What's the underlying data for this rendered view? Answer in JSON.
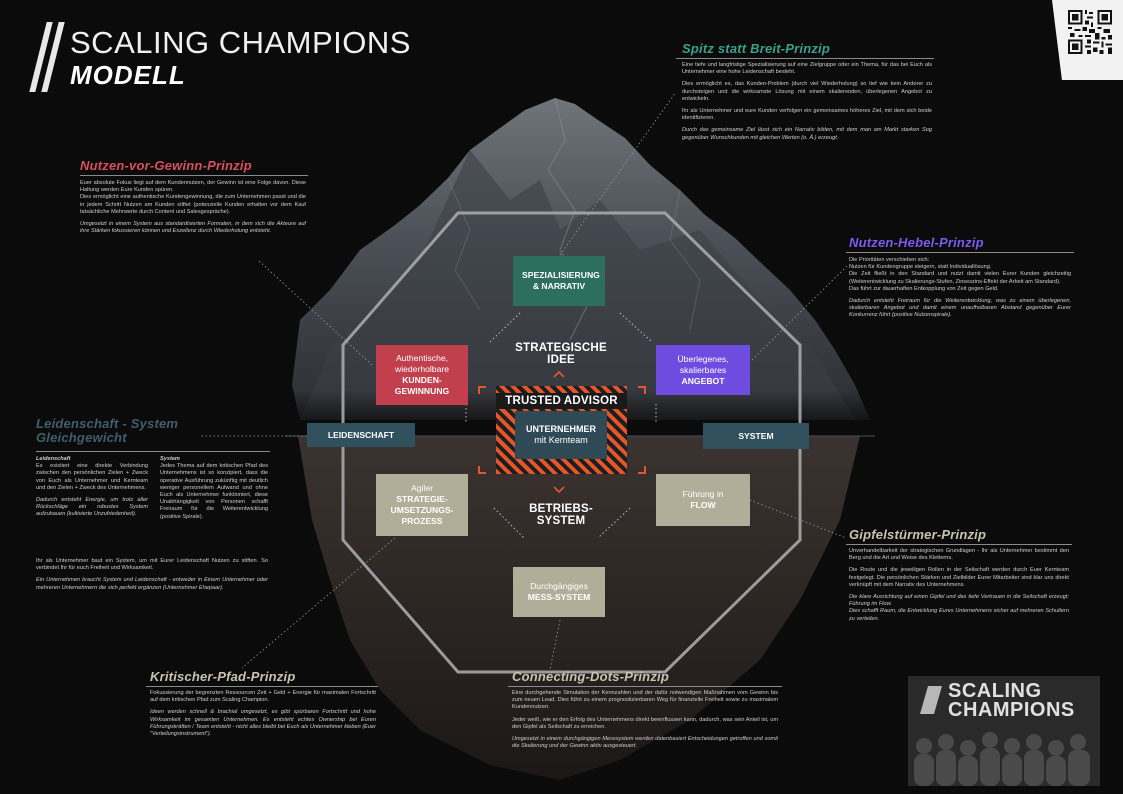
{
  "title": {
    "line1": "SCALING CHAMPIONS",
    "line2": "MODELL"
  },
  "colors": {
    "green": "#2c6e60",
    "red": "#c2404d",
    "purple": "#6f4ce0",
    "beige": "#b2ad98",
    "slate": "#2f4a55",
    "orange": "#e2562a"
  },
  "center": {
    "strategic": "STRATEGISCHE IDEE",
    "operational": "BETRIEBS-SYSTEM",
    "trusted": "TRUSTED ADVISOR",
    "owner_bold": "UNTERNEHMER",
    "owner_rest": "mit Kernteam"
  },
  "boxes": {
    "spec": "SPEZIALISIERUNG & NARRATIV",
    "kunden_l1": "Authentische,",
    "kunden_l2": "wiederholbare",
    "kunden_bold": "KUNDEN-GEWINNUNG",
    "angebot_l1": "Überlegenes,",
    "angebot_l2": "skalierbares",
    "angebot_bold": "ANGEBOT",
    "strategie_l1": "Agiler",
    "strategie_bold": "STRATEGIE-UMSETZUNGS-PROZESS",
    "flow_l1": "Führung in",
    "flow_bold": "FLOW",
    "mess_l1": "Durchgängiges",
    "mess_bold": "MESS-SYSTEM",
    "leidenschaft": "LEIDENSCHAFT",
    "system": "SYSTEM"
  },
  "principles": {
    "spitz": {
      "title": "Spitz statt Breit-Prinzip",
      "p1": "Eine tiefe und langfristige Spezialisierung auf eine Zielgruppe oder ein Thema, für das bei Euch als Unternehmer eine hohe Leidenschaft besteht.",
      "p2": "Dies ermöglicht es, das Kunden-Problem (durch viel Wiederholung) so tief wie kein Anderer zu durchsteigen und die wirksamste Lösung mit einem skalierenden, überlegenen Angebot zu entwickeln.",
      "p3": "Ihr als Unternehmer und eure Kunden verfolgen ein gemeinsames höheres Ziel, mit dem sich beide identifizieren.",
      "p4": "Durch das gemeinsame Ziel lässt sich ein Narrativ bilden, mit dem man am Markt starken Sog gegenüber Wunschkunden mit gleichen Werten (o. Ä.) erzeugt."
    },
    "nutzen_gewinn": {
      "title": "Nutzen-vor-Gewinn-Prinzip",
      "p1": "Euer absolute Fokus liegt auf dem Kundennutzen, der Gewinn ist eine Folge davon. Diese Haltung werden Eure Kunden spüren.",
      "p2": "Dies ermöglicht eine authentische Kundengewinnung, die zum Unternehmen passt und die in jedem Schritt Nutzen am Kunden stiftet (potenzielle Kunden erhalten vor dem Kauf tatsächliche Mehrwerte durch Content und Salesgespräche).",
      "p3": "Umgesetzt in einem System aus standardisierten Formaten, in dem sich die Akteure auf ihre Stärken fokussieren können und Exzellenz durch Wiederholung entsteht."
    },
    "hebel": {
      "title": "Nutzen-Hebel-Prinzip",
      "p1a": "Die Prioritäten verschieben sich:",
      "p1b": "Nutzen für Kundengruppe steigern, statt Individuallösung.",
      "p1c": "Die Zeit fließt in den Standard und nutzt damit vielen Eurer Kunden gleichzeitig (Weiterentwicklung zu Skalierungs-Stufen, Zinseszins-Effekt der Arbeit am Standard).",
      "p1d": "Das führt zur dauerhaften Entkopplung von Zeit gegen Geld.",
      "p2": "Dadurch entsteht Freiraum für die Weiterentwicklung, was zu einem überlegenen, skalierbaren Angebot und damit einem unaufholbaren Abstand gegenüber Eurer Konkurrenz führt (positive Nutzenspirale)."
    },
    "leidenschaft": {
      "title_l1": "Leidenschaft - System",
      "title_l2": "Gleichgewicht",
      "col1_head": "Leidenschaft",
      "col1_p1": "Es existiert eine direkte Verbindung zwischen den persönlichen Zielen + Zweck von Euch als Unternehmer und Kernteam und den Zielen + Zweck des Unternehmens.",
      "col1_p2": "Dadurch entsteht Energie, um trotz aller Rückschläge ein robustes System aufzubauen (kultivierte Unzufriedenheit).",
      "col2_head": "System",
      "col2_p1": "Jedes Thema auf dem kritischen Pfad des Unternehmens ist so konzipiert, dass die operative Ausführung zukünftig mit deutlich weniger personellem Aufwand und ohne Euch als Unternehmer funktioniert, diese Unabhängigkeit von Personen schafft Freiraum für die Weiterentwicklung (positive Spirale).",
      "p3": "Ihr als Unternehmer baut ein System, um mit Eurer Leidenschaft Nutzen zu stiften. So verbindet Ihr für euch Freiheit und Wirksamkeit.",
      "p4": "Ein Unternehmen braucht System und Leidenschaft - entweder in Einem Unternehmer oder mehreren Unternehmern die sich perfekt ergänzen (Unternehmer Ehepaar)."
    },
    "gipfel": {
      "title": "Gipfelstürmer-Prinzip",
      "p1": "Unverhandelbarkeit der strategischen Grundlagen - Ihr als Unternehmer bestimmt den Berg und die Art und Weise des Kletterns.",
      "p2": "Die Route und die jeweiligen Rollen in der Seilschaft werden durch Euer Kernteam festgelegt. Die persönlichen Stärken und Zielbilder Eurer Mitarbeiter sind klar uns direkt verknüpft mit dem Narrativ des Unternehmens.",
      "p3": "Die klare Ausrichtung auf einen Gipfel und das tiefe Vertrauen in die Seilschaft erzeugt: Führung im Flow.",
      "p4": "Dies schafft Raum, die Entwicklung Eures Unternehmens sicher auf mehreren Schultern zu verteilen."
    },
    "pfad": {
      "title": "Kritischer-Pfad-Prinzip",
      "p1": "Fokussierung der begrenzten Ressourcen Zeit + Geld + Energie für maximalen Fortschritt auf dem kritischen Pfad zum Scaling Champion.",
      "p2": "Ideen werden schnell & brachial umgesetzt, es gibt spürbaren Fortschritt und hohe Wirksamkeit im gesamten Unternehmen. Es entsteht echtes Ownership bei Euren Führungskräften / Team entsteht - nicht alles bleibt bei Euch als Unternehmer kleben (Euer \"Verteilungsinstrument\")."
    },
    "dots": {
      "title": "Connecting-Dots-Prinzip",
      "p1": "Eine durchgehende Simulation der Kennzahlen und der dafür notwendigen Maßnahmen vom Gewinn bis zum neuen Lead. Dies führt zu einem prognostizierbaren Weg für finanzielle Freiheit sowie zu maximalem Kundennutzen.",
      "p2": "Jeder weiß, wie er den Erfolg des Unternehmens direkt beeinflussen kann, dadurch, was sein Anteil ist, um den Gipfel als Seilschaft zu erreichen.",
      "p3": "Umgesetzt in einem durchgängigen Messsystem werden datenbasiert Entscheidungen getroffen und somit die Skalierung und der Gewinn aktiv ausgesteuert."
    }
  },
  "logo": {
    "line1": "SCALING",
    "line2": "CHAMPIONS"
  }
}
